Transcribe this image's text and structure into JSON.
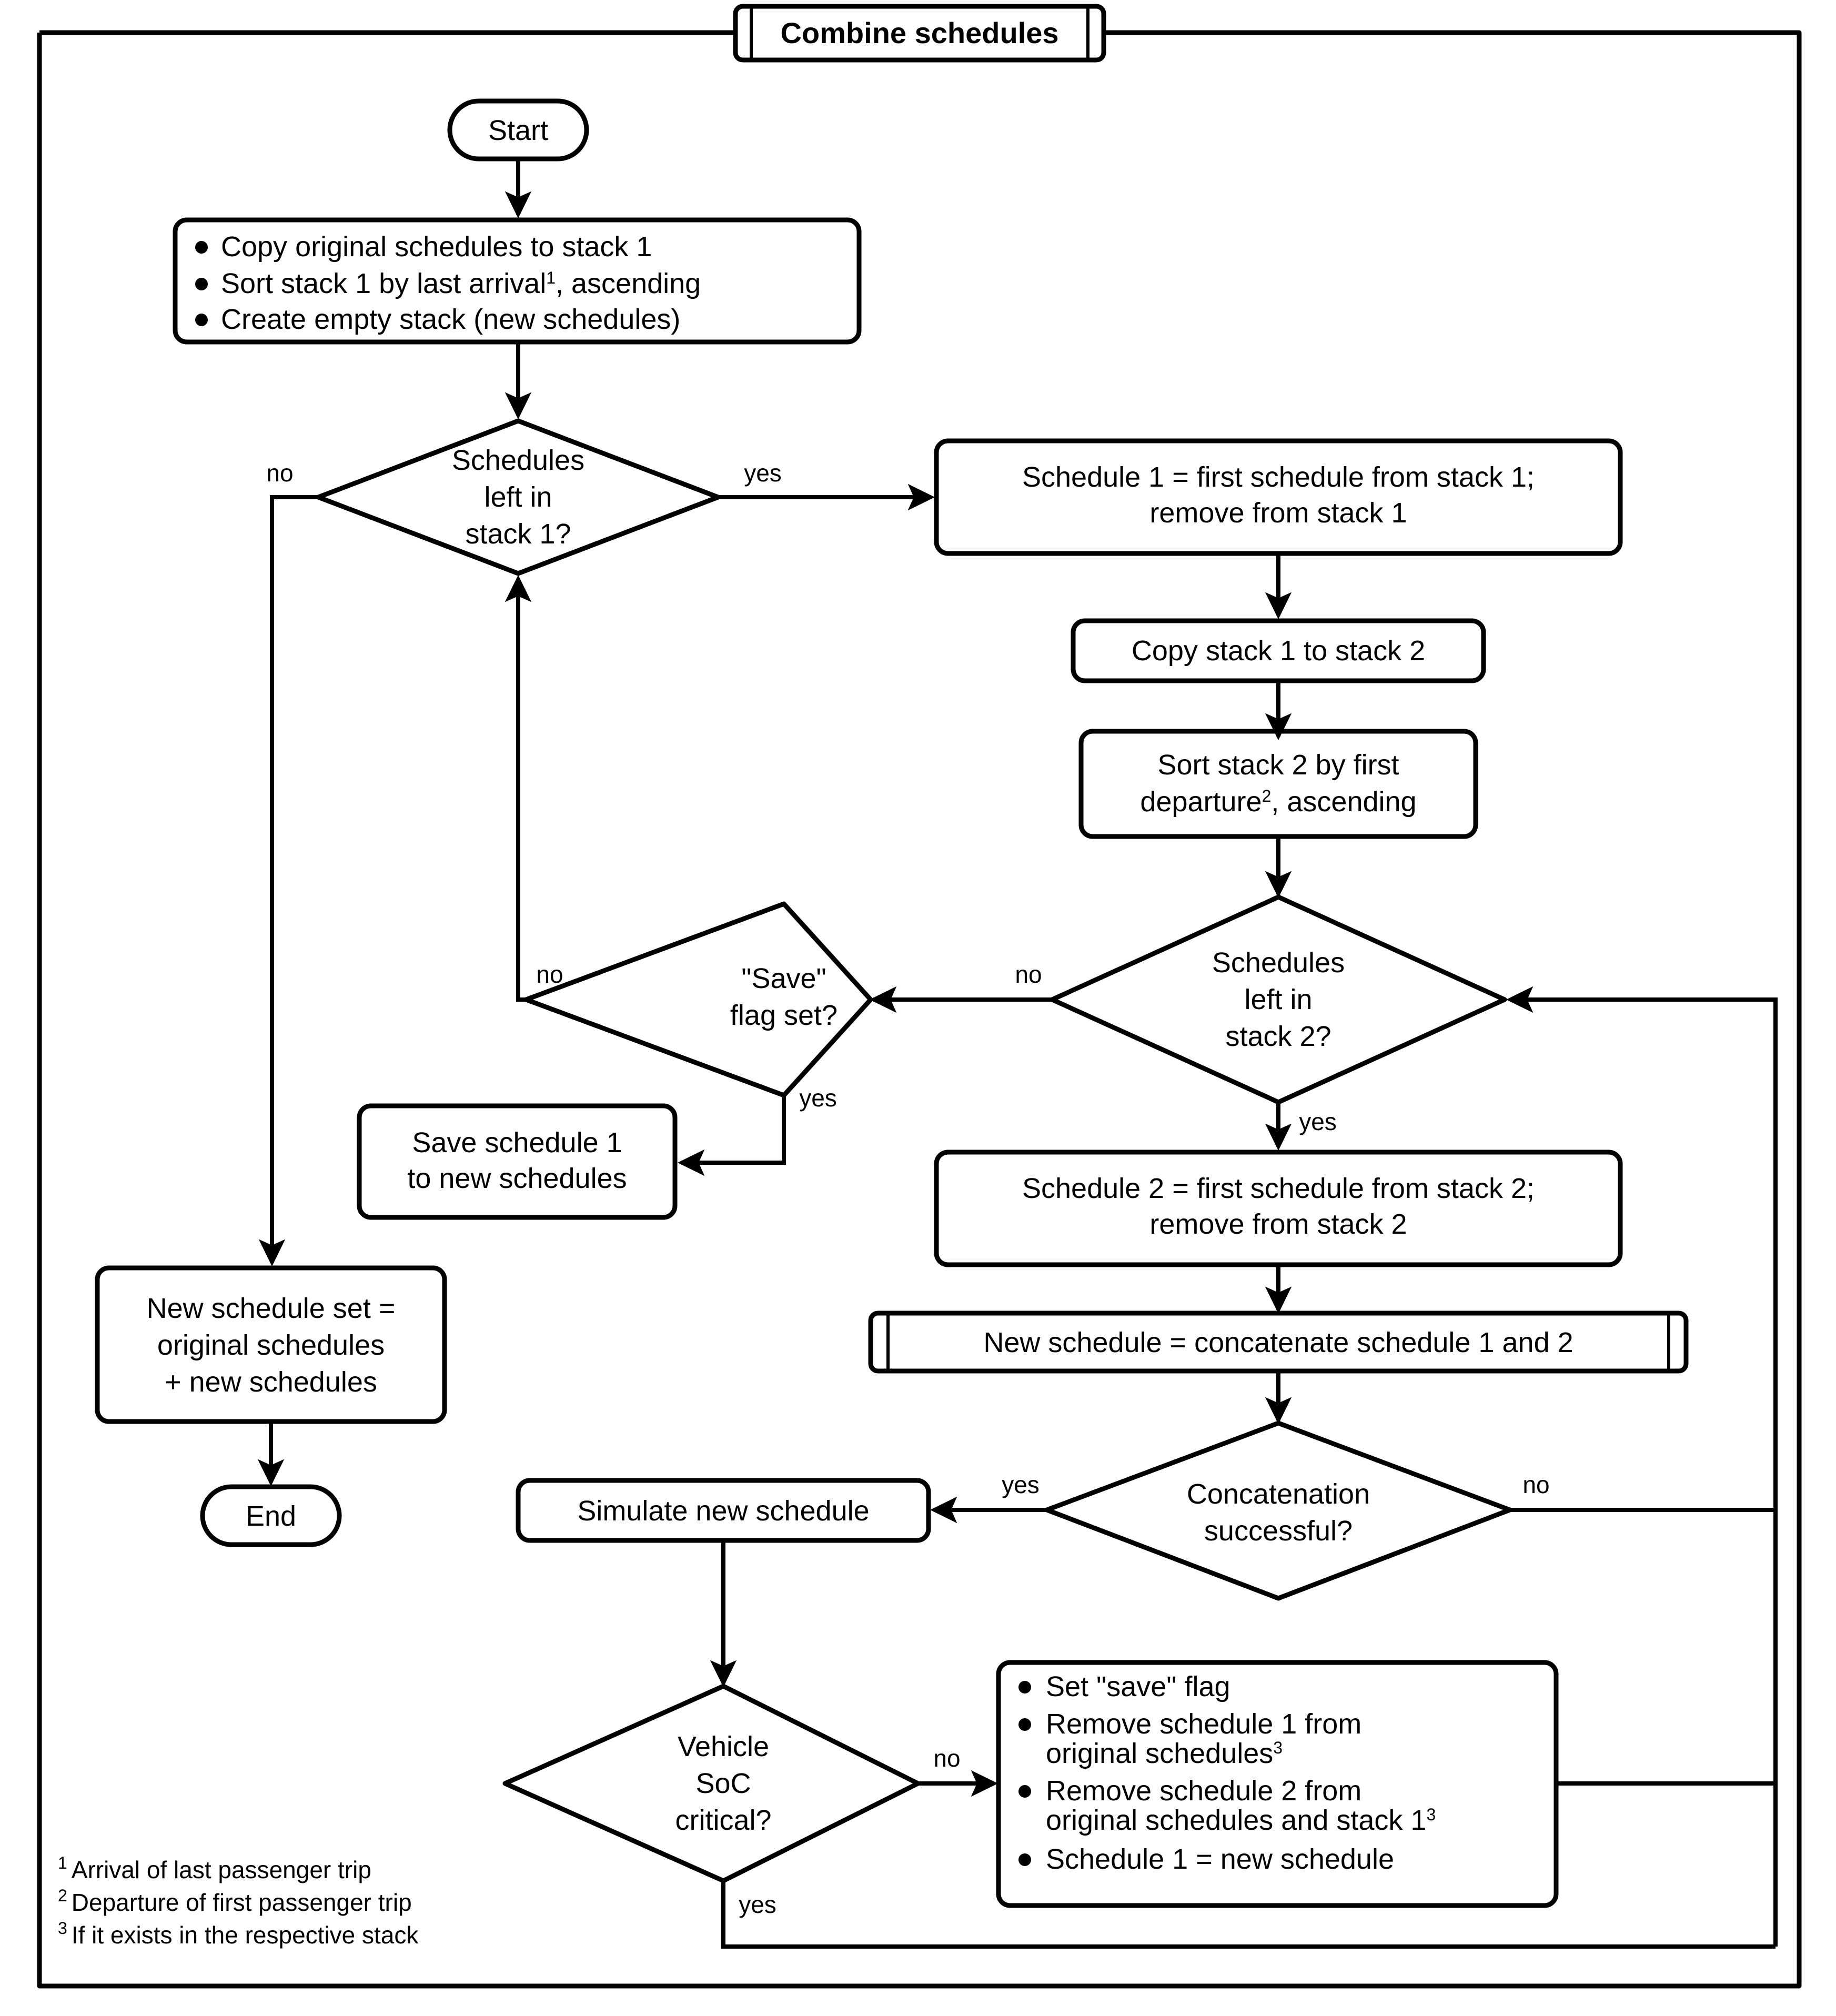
{
  "title": "Combine schedules",
  "terminators": {
    "start": "Start",
    "end": "End"
  },
  "nodes": {
    "init": {
      "type": "process-bullets",
      "bullets": [
        "Copy original schedules to stack 1",
        "Sort stack 1 by last arrival¹, ascending",
        "Create empty stack (new schedules)"
      ],
      "lines": [
        [
          "Copy original schedules to stack 1",
          "",
          ""
        ],
        [
          "Sort stack 1 by last arrival",
          "1",
          ", ascending"
        ],
        [
          "Create empty stack (new schedules)",
          "",
          ""
        ]
      ]
    },
    "d_stack1": {
      "type": "decision",
      "lines": [
        "Schedules",
        "left in",
        "stack 1?"
      ],
      "yes": "yes",
      "no": "no"
    },
    "sched1": {
      "type": "process",
      "lines": [
        "Schedule 1 = first schedule from stack 1;",
        "remove from stack 1"
      ]
    },
    "copy_stack": {
      "type": "process",
      "lines": [
        "Copy stack 1 to stack 2"
      ]
    },
    "sort_stack2": {
      "type": "process",
      "lines_rich": [
        [
          "Sort stack 2 by first",
          "",
          ""
        ],
        [
          "departure",
          "2",
          ", ascending"
        ]
      ]
    },
    "d_stack2": {
      "type": "decision",
      "lines": [
        "Schedules",
        "left in",
        "stack 2?"
      ],
      "yes": "yes",
      "no": "no"
    },
    "d_saveflag": {
      "type": "decision",
      "lines": [
        "\"Save\"",
        "flag set?"
      ],
      "yes": "yes",
      "no": "no"
    },
    "save_sched": {
      "type": "process",
      "lines": [
        "Save schedule 1",
        "to new schedules"
      ]
    },
    "new_set": {
      "type": "process",
      "lines": [
        "New schedule set =",
        "original schedules",
        "+ new schedules"
      ]
    },
    "sched2": {
      "type": "process",
      "lines": [
        "Schedule 2 = first schedule from stack 2;",
        "remove from stack 2"
      ]
    },
    "concat": {
      "type": "subroutine",
      "lines": [
        "New schedule = concatenate schedule 1 and 2"
      ]
    },
    "d_concat": {
      "type": "decision",
      "lines": [
        "Concatenation",
        "successful?"
      ],
      "yes": "yes",
      "no": "no"
    },
    "simulate": {
      "type": "process",
      "lines": [
        "Simulate new schedule"
      ]
    },
    "d_soc": {
      "type": "decision",
      "lines": [
        "Vehicle",
        "SoC",
        "critical?"
      ],
      "yes": "yes",
      "no": "no"
    },
    "soc_actions": {
      "type": "process-bullets",
      "lines_rich": [
        [
          [
            "Set \"save\" flag",
            "",
            ""
          ]
        ],
        [
          [
            "Remove schedule 1 from",
            "",
            ""
          ],
          [
            "original schedules",
            "3",
            ""
          ]
        ],
        [
          [
            "Remove schedule 2 from",
            "",
            ""
          ],
          [
            "original schedules and stack 1",
            "3",
            ""
          ]
        ],
        [
          [
            "Schedule 1 = new schedule",
            "",
            ""
          ]
        ]
      ]
    }
  },
  "edge_labels": {
    "stack1_no": "no",
    "stack1_yes": "yes",
    "stack2_no": "no",
    "stack2_yes": "yes",
    "saveflag_no": "no",
    "saveflag_yes": "yes",
    "concat_yes": "yes",
    "concat_no": "no",
    "soc_no": "no",
    "soc_yes": "yes"
  },
  "footnotes": [
    {
      "marker": "1",
      "text": "Arrival of last passenger trip"
    },
    {
      "marker": "2",
      "text": "Departure of first passenger trip"
    },
    {
      "marker": "3",
      "text": "If it exists in the respective stack"
    }
  ],
  "colors": {
    "stroke": "#000000",
    "background": "#ffffff",
    "terminator_fill": "#cccccc"
  }
}
